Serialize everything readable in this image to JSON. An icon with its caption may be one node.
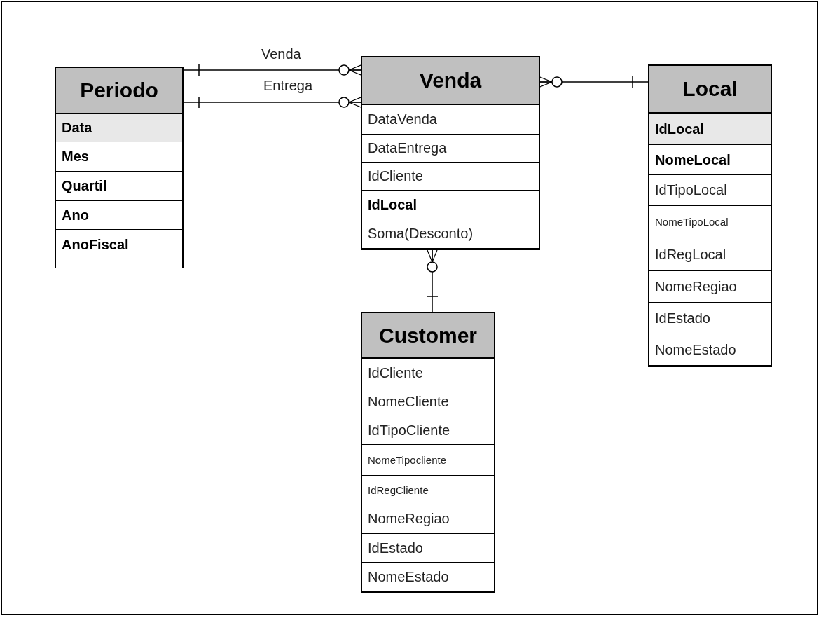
{
  "diagram": {
    "nodes": [
      {
        "text": [
          "Periodo",
          "Data",
          "Mes",
          "Quartil",
          "Ano",
          "AnoFiscal"
        ]
      },
      {
        "text": [
          "Venda",
          "DataVenda",
          "DataEntrega",
          "IdCliente",
          "IdLocal",
          "Soma(Desconto)"
        ]
      },
      {
        "text": [
          "Local",
          "IdLocal",
          "NomeLocal",
          "IdTipoLocal",
          "NomeTipoLocal",
          "IdRegLocal",
          "NomeRegiao",
          "IdEstado",
          "NomeEstado"
        ]
      },
      {
        "text": [
          "Customer",
          "IdCliente",
          "NomeCliente",
          "IdTipoCliente",
          "NomeTipocliente",
          "IdRegCliente",
          "NomeRegiao",
          "IdEstado",
          "NomeEstado"
        ]
      }
    ],
    "edges": [
      {
        "from": 0,
        "to": 1,
        "arrow": "other",
        "label": "Venda"
      },
      {
        "from": 0,
        "to": 1,
        "arrow": "other",
        "label": "Entrega"
      },
      {
        "from": 2,
        "to": 1,
        "arrow": "other"
      },
      {
        "from": 3,
        "to": 1,
        "arrow": "other"
      }
    ]
  }
}
